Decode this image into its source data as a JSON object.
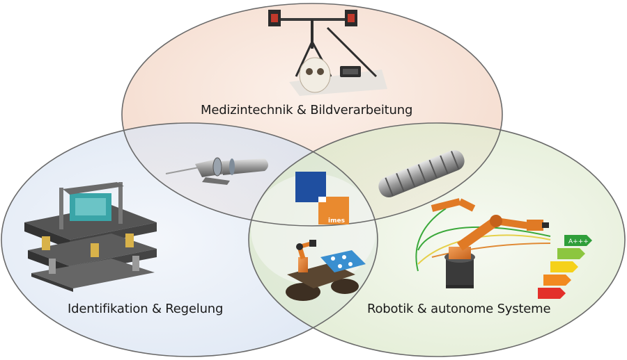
{
  "sets": {
    "top": {
      "label": "Medizintechnik & Bildverarbeitung",
      "color": "#f8e3d6"
    },
    "left": {
      "label": "Identifikation & Regelung",
      "color": "#e4ecf7"
    },
    "right": {
      "label": "Robotik & autonome Systeme",
      "color": "#ebf2df"
    }
  },
  "center_logo": {
    "text": "imes",
    "blue": "#1f4fa0",
    "orange": "#e98a2f"
  },
  "energy_label": {
    "top_class": "A+++"
  },
  "colors": {
    "outline": "#6a6a6a"
  }
}
